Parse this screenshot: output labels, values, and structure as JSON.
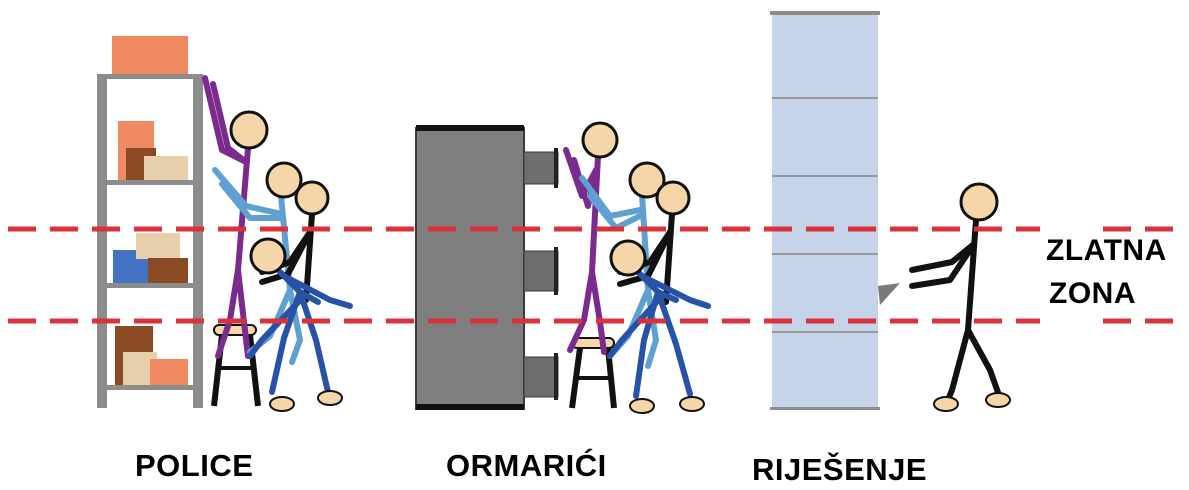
{
  "labels": {
    "police": "POLICE",
    "ormarici": "ORMARIĆI",
    "rjesenje": "RIJEŠENJE",
    "golden_zone_line1": "ZLATNA",
    "golden_zone_line2": "ZONA"
  },
  "colors": {
    "golden_zone_line": "#d9323a",
    "shelf_frame": "#8c8c8c",
    "cabinet_body": "#7f7f7f",
    "lift_tower": "#c6d4ea",
    "skin": "#f6d5a8",
    "figure_purple": "#7b2a8e",
    "figure_lightblue": "#5fa0d2",
    "figure_black": "#111111",
    "figure_blue": "#2753a7",
    "box_salmon": "#ef8a62",
    "box_brown": "#8a4a24",
    "box_beige": "#e6cfaa",
    "box_blue": "#4472c4"
  },
  "icons": [
    "shelving-unit-icon",
    "drawer-cabinet-icon",
    "vertical-lift-module-icon",
    "stick-figure-icon",
    "stool-icon"
  ]
}
